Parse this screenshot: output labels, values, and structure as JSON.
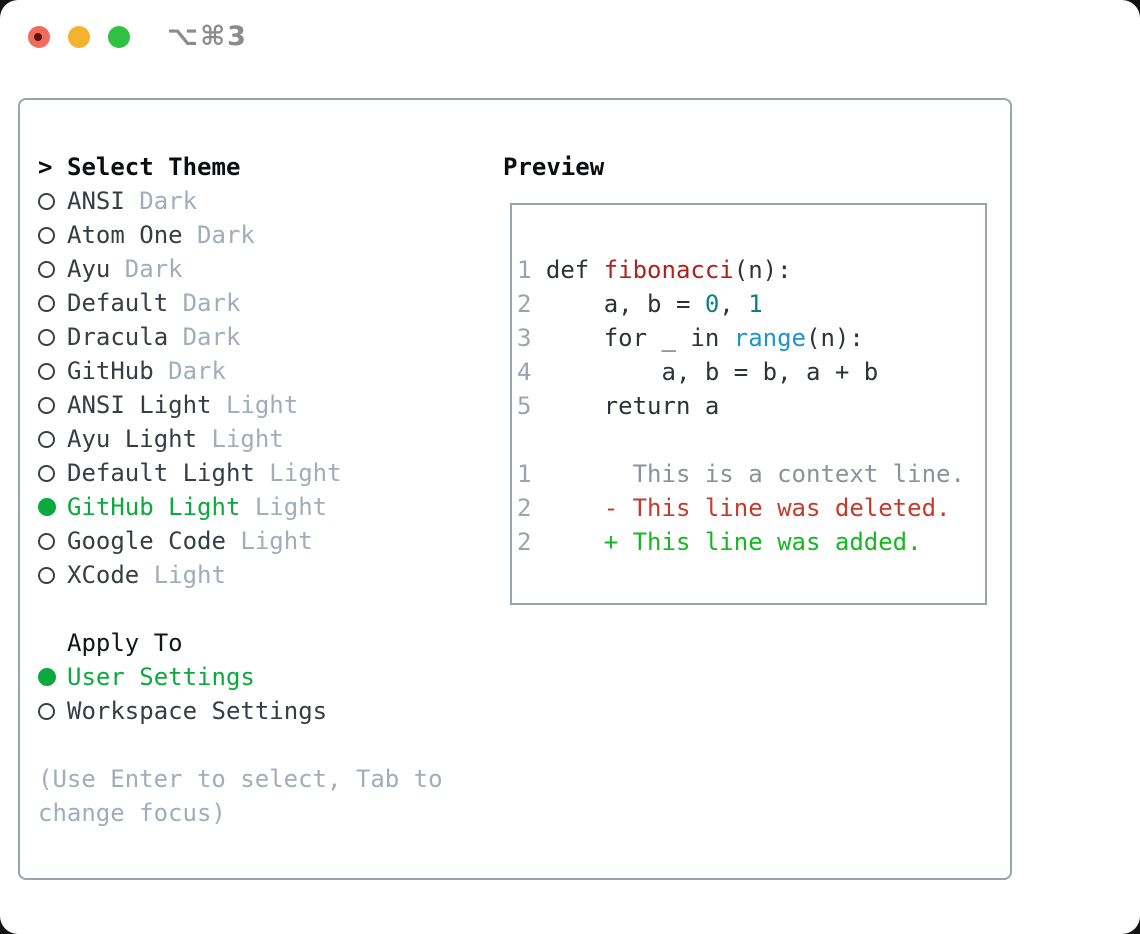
{
  "window": {
    "title": "⌥⌘3",
    "traffic_lights": [
      "close-red",
      "minimize-yellow",
      "zoom-green"
    ]
  },
  "left": {
    "header": "Select Theme",
    "focus_marker": ">",
    "themes": [
      {
        "name": "ANSI",
        "variant": "Dark",
        "selected": false
      },
      {
        "name": "Atom One",
        "variant": "Dark",
        "selected": false
      },
      {
        "name": "Ayu",
        "variant": "Dark",
        "selected": false
      },
      {
        "name": "Default",
        "variant": "Dark",
        "selected": false
      },
      {
        "name": "Dracula",
        "variant": "Dark",
        "selected": false
      },
      {
        "name": "GitHub",
        "variant": "Dark",
        "selected": false
      },
      {
        "name": "ANSI Light",
        "variant": "Light",
        "selected": false
      },
      {
        "name": "Ayu Light",
        "variant": "Light",
        "selected": false
      },
      {
        "name": "Default Light",
        "variant": "Light",
        "selected": false
      },
      {
        "name": "GitHub Light",
        "variant": "Light",
        "selected": true
      },
      {
        "name": "Google Code",
        "variant": "Light",
        "selected": false
      },
      {
        "name": "XCode",
        "variant": "Light",
        "selected": false
      }
    ],
    "apply": {
      "header": "Apply To",
      "options": [
        {
          "name": "User Settings",
          "selected": true
        },
        {
          "name": "Workspace Settings",
          "selected": false
        }
      ]
    },
    "help_lines": [
      "(Use Enter to select, Tab to",
      "change focus)"
    ]
  },
  "preview": {
    "header": "Preview",
    "lines": [
      {
        "num": "1",
        "segs": [
          {
            "c": "code",
            "t": " def "
          },
          {
            "c": "fn",
            "t": "fibonacci"
          },
          {
            "c": "code",
            "t": "(n):"
          }
        ]
      },
      {
        "num": "2",
        "segs": [
          {
            "c": "code",
            "t": "     a, b = "
          },
          {
            "c": "num",
            "t": "0"
          },
          {
            "c": "code",
            "t": ", "
          },
          {
            "c": "num",
            "t": "1"
          }
        ]
      },
      {
        "num": "3",
        "segs": [
          {
            "c": "code",
            "t": "     for _ in "
          },
          {
            "c": "builtin",
            "t": "range"
          },
          {
            "c": "code",
            "t": "(n):"
          }
        ]
      },
      {
        "num": "4",
        "segs": [
          {
            "c": "code",
            "t": "         a, b = b, a + b"
          }
        ]
      },
      {
        "num": "5",
        "segs": [
          {
            "c": "code",
            "t": "     return a"
          }
        ]
      },
      {
        "num": "",
        "segs": []
      },
      {
        "num": "1",
        "segs": [
          {
            "c": "ctx",
            "t": "       This is a context line."
          }
        ]
      },
      {
        "num": "2",
        "segs": [
          {
            "c": "del",
            "t": "     - This line was deleted."
          }
        ]
      },
      {
        "num": "2",
        "segs": [
          {
            "c": "add",
            "t": "     + This line was added."
          }
        ]
      }
    ]
  },
  "colors": {
    "accent_green": "#0caa3e",
    "muted_gray": "#a3acb9",
    "item_text": "#383d44",
    "border_gray": "#9aa3ae",
    "line_number": "#9aa4b1",
    "code_default": "#2e3338",
    "code_function_red": "#b0221e",
    "code_number_teal": "#0d8086",
    "code_builtin_blue": "#1e95c9",
    "diff_context": "#8b9299",
    "diff_deleted_red": "#c43b2c",
    "diff_added_green": "#16b722",
    "traffic_red": "#ef6b5e",
    "traffic_yellow": "#f3b32f",
    "traffic_green": "#30c043"
  }
}
